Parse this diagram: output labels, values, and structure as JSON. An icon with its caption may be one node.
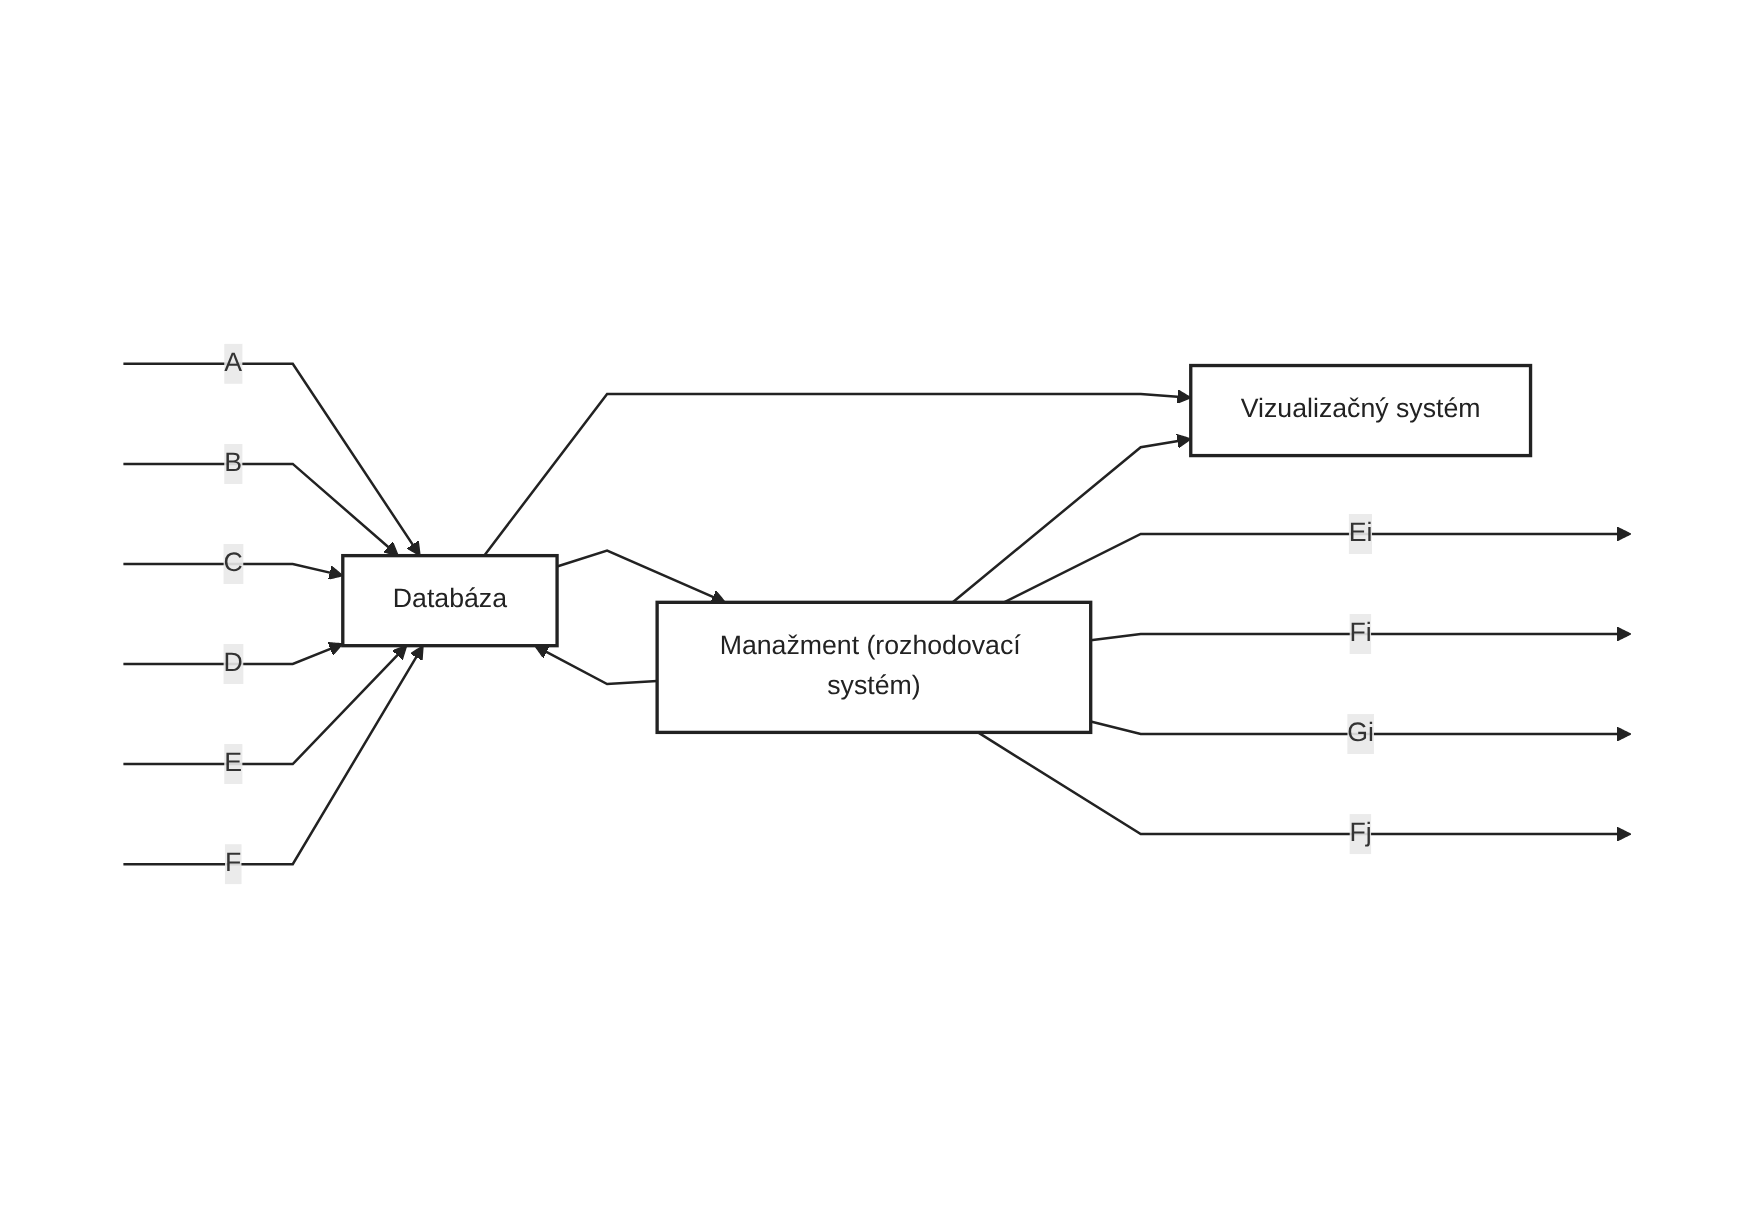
{
  "diagram": {
    "nodes": [
      {
        "text": [
          "Databáza"
        ]
      },
      {
        "text": [
          "Manažment (rozhodovací systém)"
        ]
      },
      {
        "text": [
          "Vizualizačný systém"
        ]
      }
    ],
    "edges": [
      {
        "from": null,
        "to": 0,
        "arrow": "to",
        "label": "A"
      },
      {
        "from": null,
        "to": 0,
        "arrow": "to",
        "label": "B"
      },
      {
        "from": null,
        "to": 0,
        "arrow": "to",
        "label": "C"
      },
      {
        "from": null,
        "to": 0,
        "arrow": "to",
        "label": "D"
      },
      {
        "from": null,
        "to": 0,
        "arrow": "to",
        "label": "E"
      },
      {
        "from": null,
        "to": 0,
        "arrow": "to",
        "label": "F"
      },
      {
        "from": 0,
        "to": 1,
        "arrow": "to"
      },
      {
        "from": 1,
        "to": 0,
        "arrow": "to"
      },
      {
        "from": 0,
        "to": 2,
        "arrow": "to"
      },
      {
        "from": 1,
        "to": 2,
        "arrow": "to"
      },
      {
        "from": 1,
        "to": null,
        "arrow": "to",
        "label": "Ei"
      },
      {
        "from": 1,
        "to": null,
        "arrow": "to",
        "label": "Fi"
      },
      {
        "from": 1,
        "to": null,
        "arrow": "to",
        "label": "Gi"
      },
      {
        "from": 1,
        "to": null,
        "arrow": "to",
        "label": "Fj"
      }
    ]
  }
}
